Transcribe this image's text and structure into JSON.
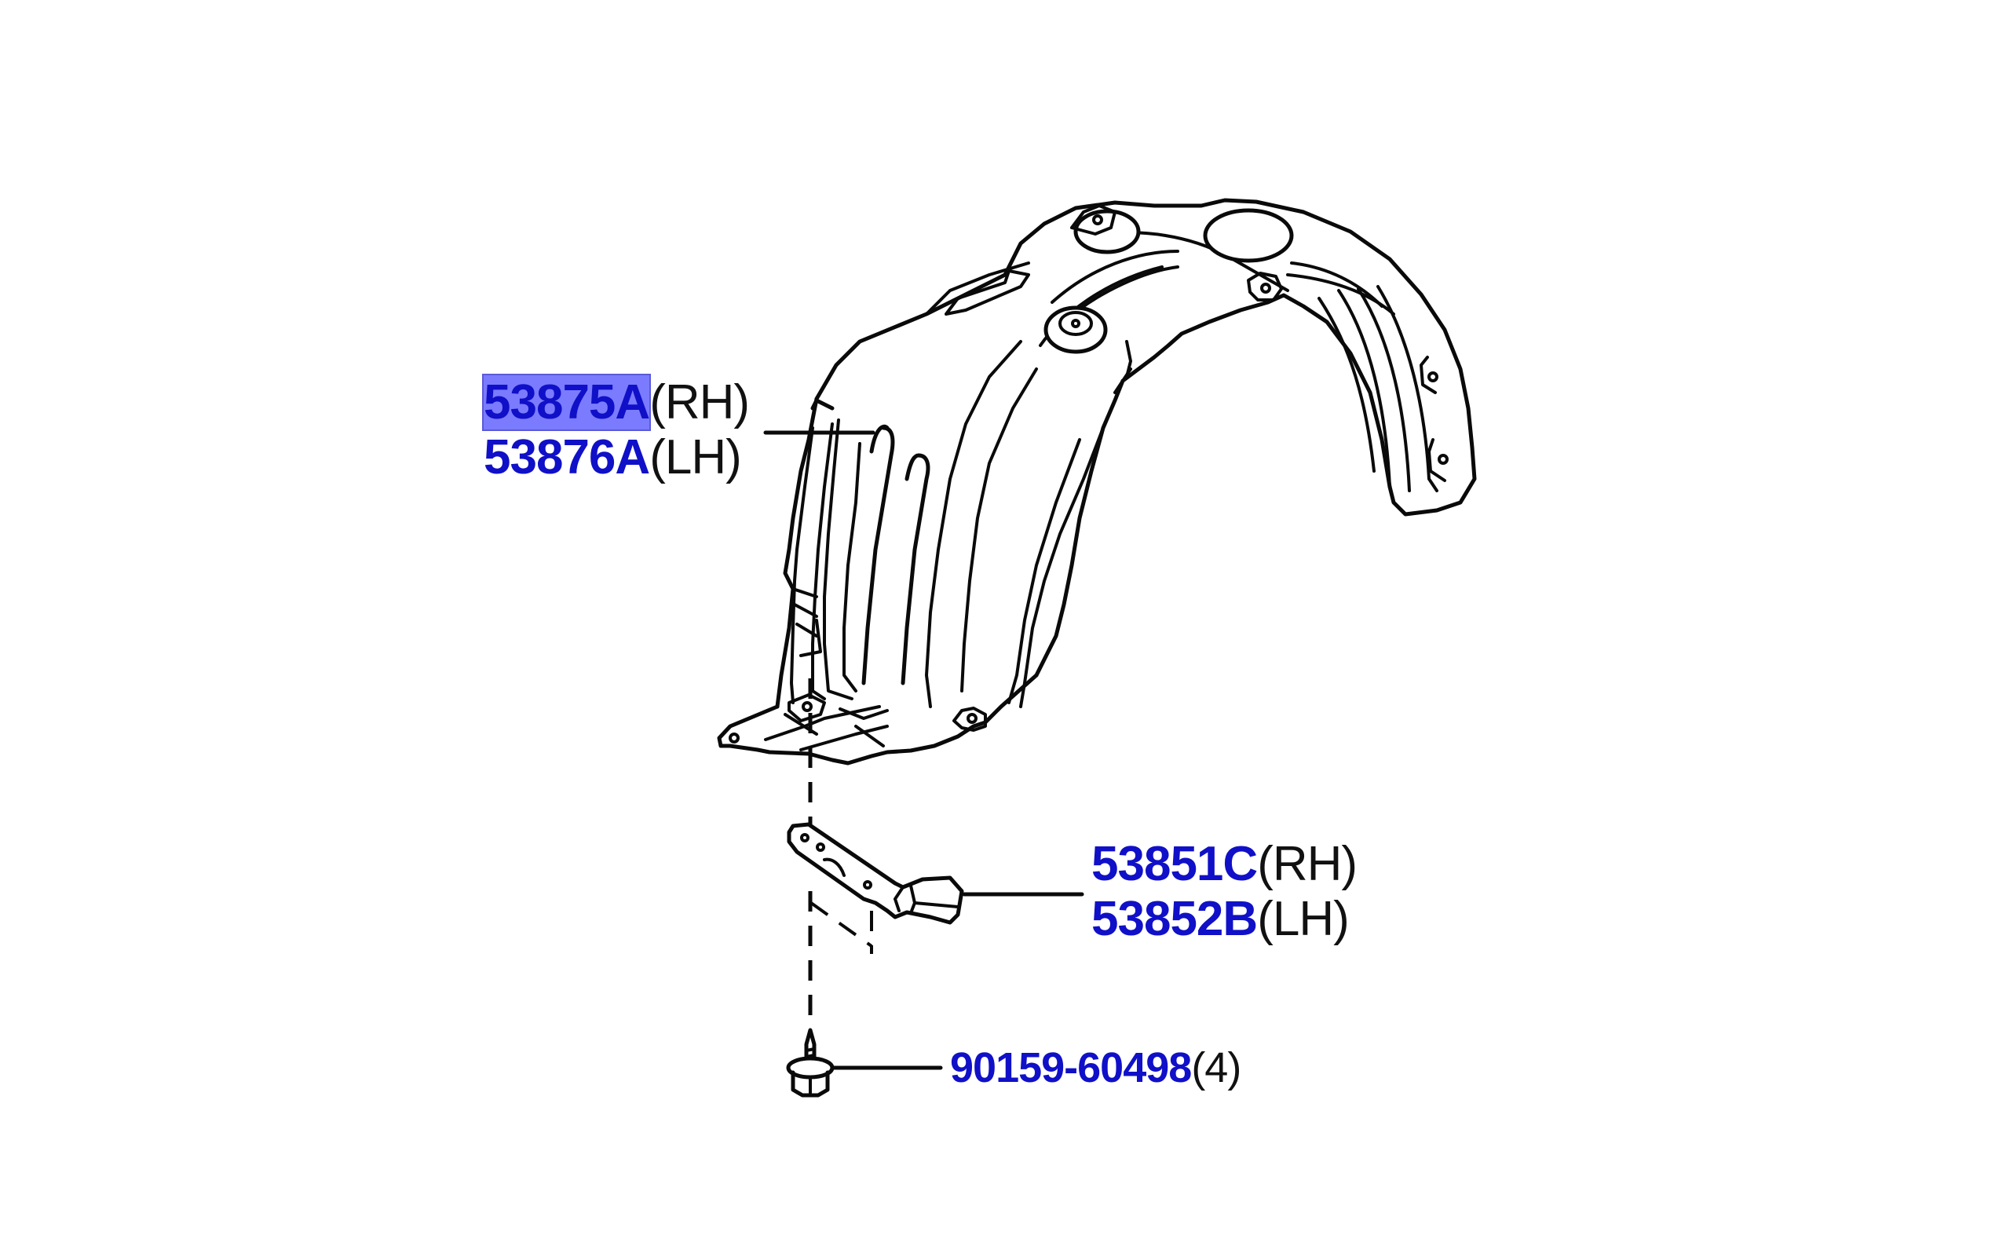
{
  "diagram": {
    "title": "",
    "callouts": [
      {
        "id": "fender-liner",
        "lines": [
          {
            "part_number": "53875A",
            "side": "(RH)",
            "highlighted": true
          },
          {
            "part_number": "53876A",
            "side": "(LH)",
            "highlighted": false
          }
        ]
      },
      {
        "id": "bracket",
        "lines": [
          {
            "part_number": "53851C",
            "side": "(RH)",
            "highlighted": false
          },
          {
            "part_number": "53852B",
            "side": "(LH)",
            "highlighted": false
          }
        ]
      },
      {
        "id": "screw",
        "lines": [
          {
            "part_number": "90159-60498",
            "side": "(4)",
            "highlighted": false
          }
        ]
      }
    ],
    "colors": {
      "part_number": "#1010c8",
      "highlight": "#7b7bff",
      "line_art": "#0a0a0a",
      "background": "#ffffff"
    },
    "parts": [
      "fender-liner-icon",
      "bracket-icon",
      "screw-icon"
    ]
  }
}
